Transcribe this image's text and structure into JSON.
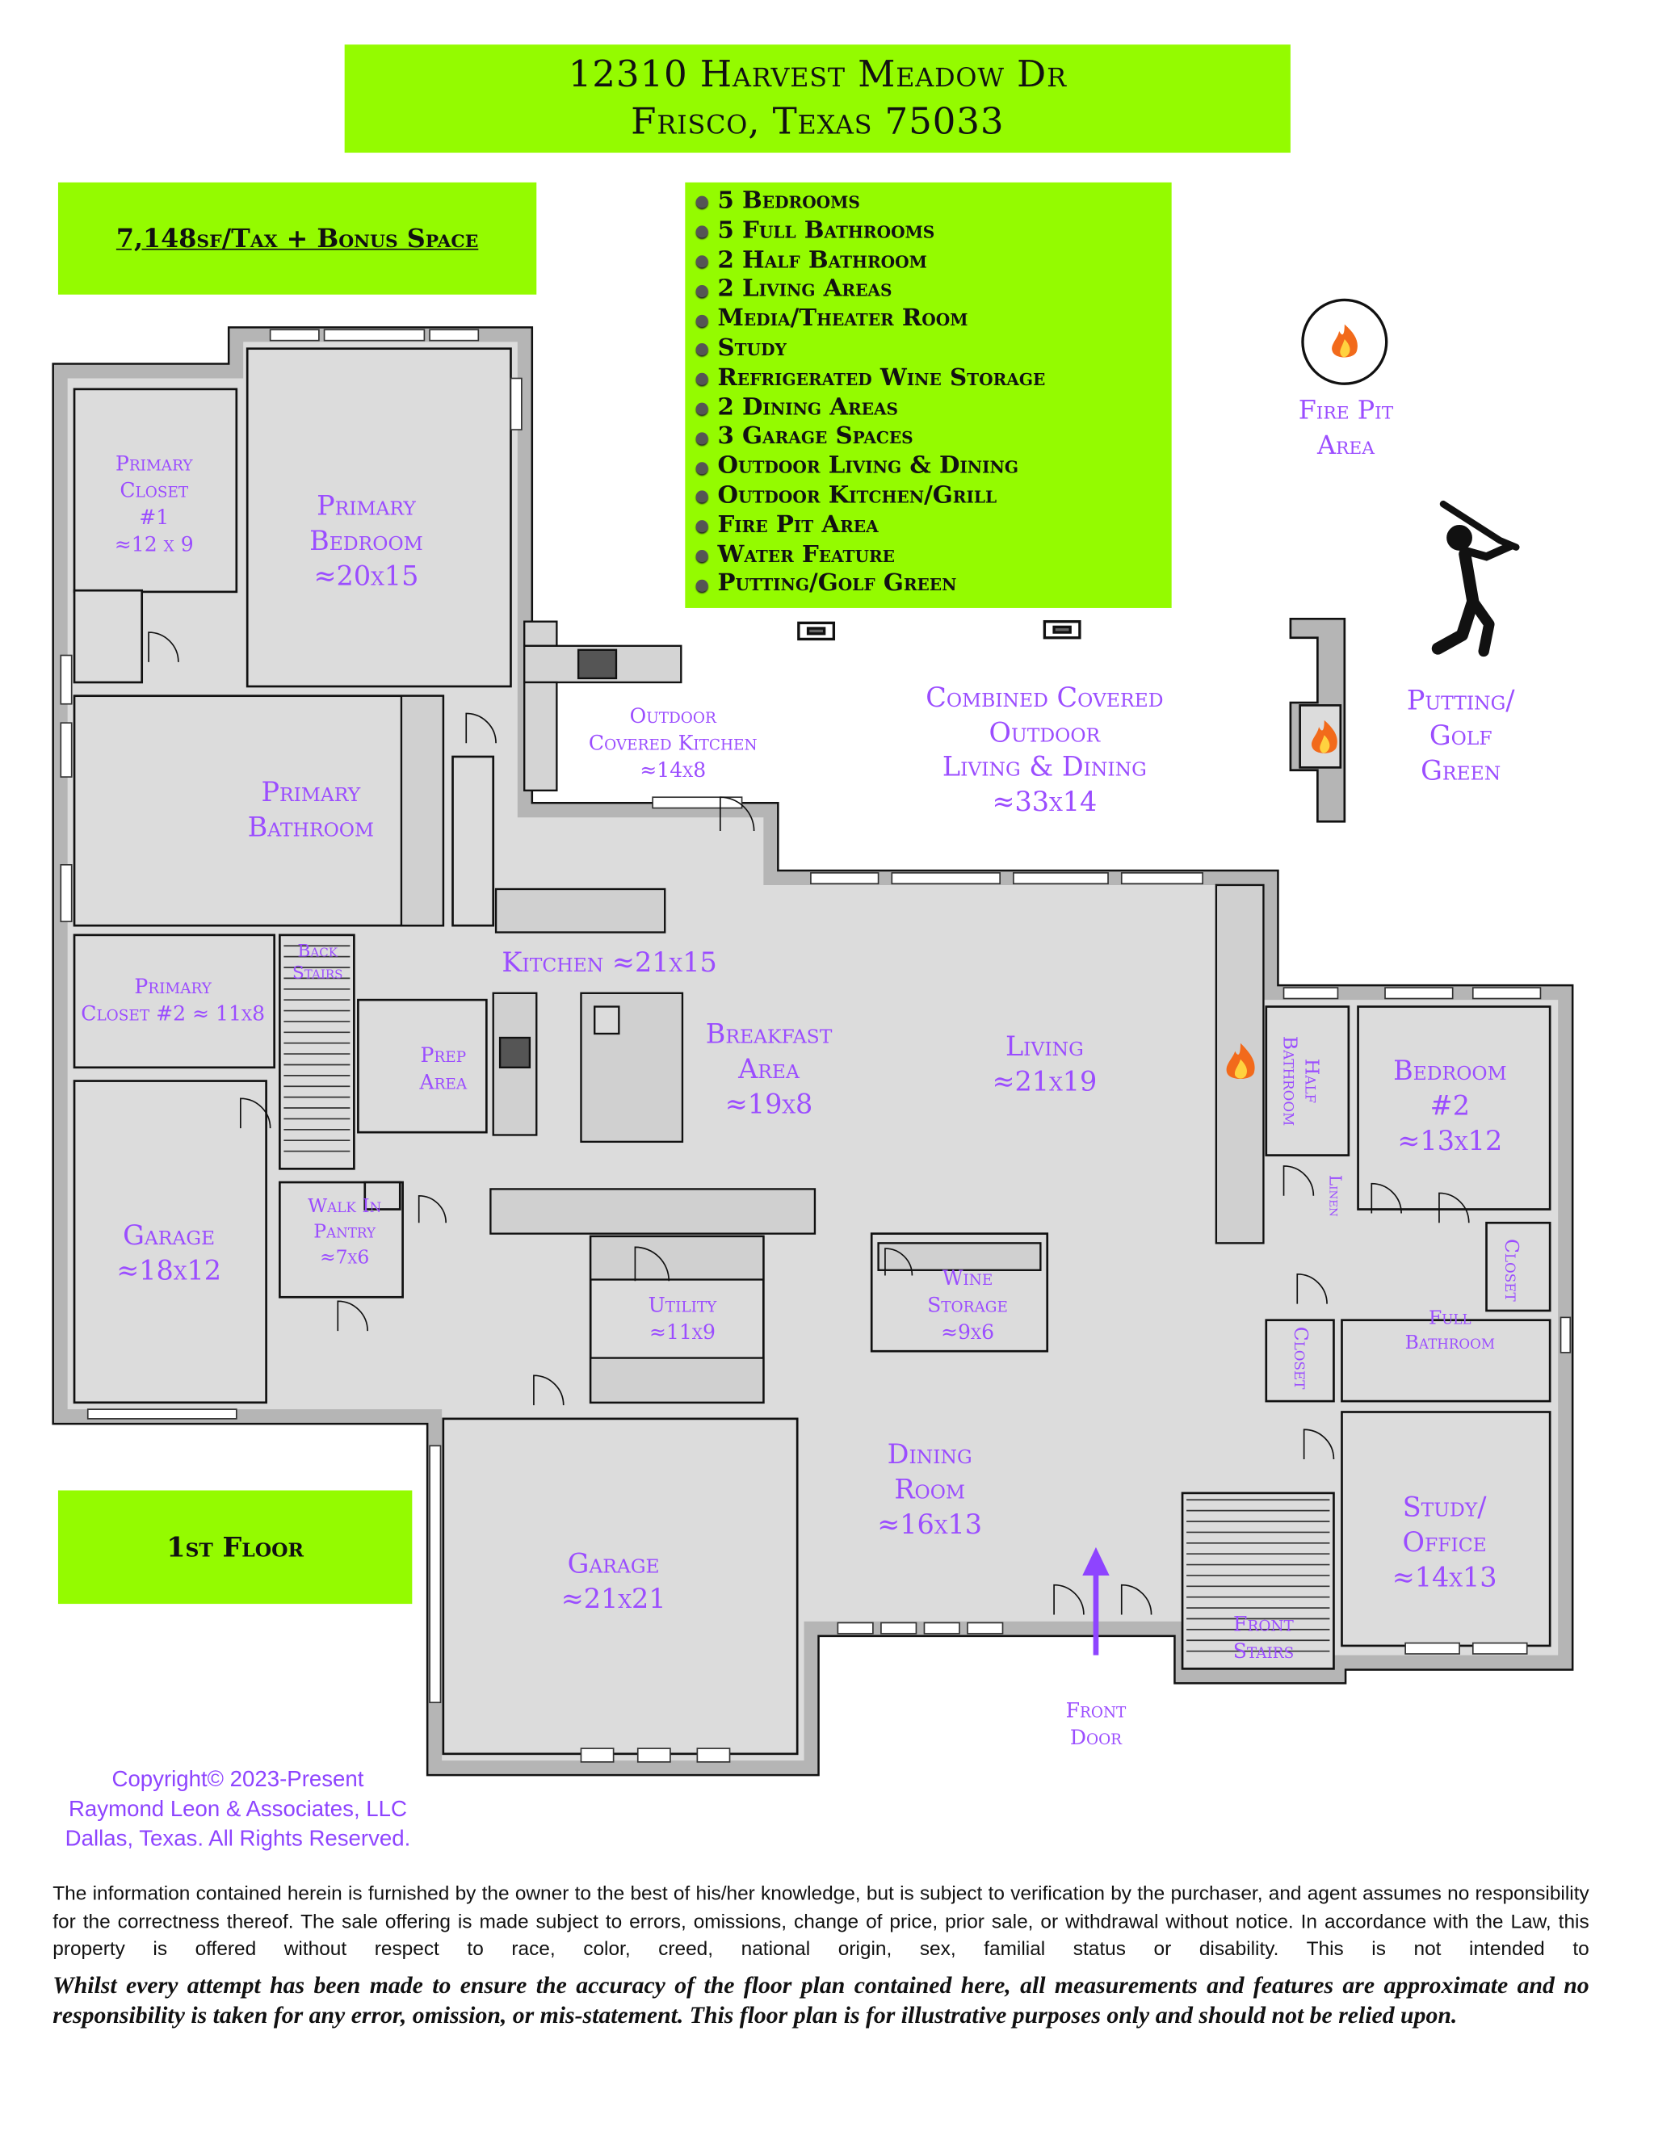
{
  "header": {
    "address_line1": "12310 Harvest Meadow Dr",
    "address_line2": "Frisco, Texas 75033"
  },
  "square_footage": "7,148sf/Tax + Bonus Space",
  "features": [
    "5 Bedrooms",
    "5 Full Bathrooms",
    "2 Half Bathroom",
    "2 Living Areas",
    "Media/Theater Room",
    "Study",
    "Refrigerated Wine Storage",
    "2 Dining Areas",
    "3 Garage Spaces",
    "Outdoor Living & Dining",
    "Outdoor Kitchen/Grill",
    "Fire Pit Area",
    "Water Feature",
    "Putting/Golf Green"
  ],
  "floor_label": "1st Floor",
  "rooms": {
    "primary_closet_1": [
      "Primary",
      "Closet",
      "#1",
      "≈12 x 9"
    ],
    "primary_bedroom": [
      "Primary",
      "Bedroom",
      "≈20x15"
    ],
    "primary_bathroom": [
      "Primary",
      "Bathroom"
    ],
    "outdoor_kitchen": [
      "Outdoor",
      "Covered Kitchen",
      "≈14x8"
    ],
    "covered_outdoor": [
      "Combined Covered",
      "Outdoor",
      "Living & Dining",
      "≈33x14"
    ],
    "fire_pit": [
      "Fire Pit",
      "Area"
    ],
    "putting_green": [
      "Putting/",
      "Golf",
      "Green"
    ],
    "primary_closet_2": [
      "Primary",
      "Closet #2 ≈ 11x8"
    ],
    "back_stairs": [
      "Back",
      "Stairs"
    ],
    "kitchen": [
      "Kitchen ≈21x15"
    ],
    "prep_area": [
      "Prep",
      "Area"
    ],
    "breakfast_area": [
      "Breakfast",
      "Area",
      "≈19x8"
    ],
    "living": [
      "Living",
      "≈21x19"
    ],
    "half_bathroom": [
      "Half",
      "Bathroom"
    ],
    "linen": [
      "Linen"
    ],
    "bedroom_2": [
      "Bedroom",
      "#2",
      "≈13x12"
    ],
    "closet_bedroom_2": [
      "Closet"
    ],
    "closet_hall": [
      "Closet"
    ],
    "full_bathroom": [
      "Full",
      "Bathroom"
    ],
    "garage_left": [
      "Garage",
      "≈18x12"
    ],
    "walk_in_pantry": [
      "Walk In",
      "Pantry",
      "≈7x6"
    ],
    "utility": [
      "Utility",
      "≈11x9"
    ],
    "wine_storage": [
      "Wine",
      "Storage",
      "≈9x6"
    ],
    "dining_room": [
      "Dining",
      "Room",
      "≈16x13"
    ],
    "garage_main": [
      "Garage",
      "≈21x21"
    ],
    "study_office": [
      "Study/",
      "Office",
      "≈14x13"
    ],
    "front_stairs": [
      "Front",
      "Stairs"
    ],
    "front_door": [
      "Front",
      "Door"
    ]
  },
  "icons": {
    "fire_pit": "fire-icon",
    "fireplace": "fire-icon",
    "golfer": "golfer-icon",
    "entry_arrow": "arrow-up-icon"
  },
  "colors": {
    "highlight_box": "#94fb00",
    "label_text": "#9b4dff",
    "floor": "#dcdcdc",
    "wall": "#b5b5b5"
  },
  "copyright": [
    "Copyright© 2023-Present",
    "Raymond Leon & Associates, LLC",
    "Dallas, Texas. All Rights Reserved."
  ],
  "disclaimer": "The information contained herein is furnished by the owner to the best of his/her knowledge, but is subject to verification by the purchaser, and agent assumes no responsibility for the correctness thereof.  The sale offering is made subject to errors, omissions, change of price, prior sale, or withdrawal without notice.  In accordance with the Law, this property is offered without respect to race, color, creed, national origin, sex, familial status or disability.  This is not intended to",
  "disclaimer_italic": "Whilst every attempt has been made to ensure the accuracy of the floor plan contained here, all measurements and features are approximate and no responsibility is taken for any error, omission, or mis-statement. This floor plan is for illustrative purposes only and should not be relied upon."
}
